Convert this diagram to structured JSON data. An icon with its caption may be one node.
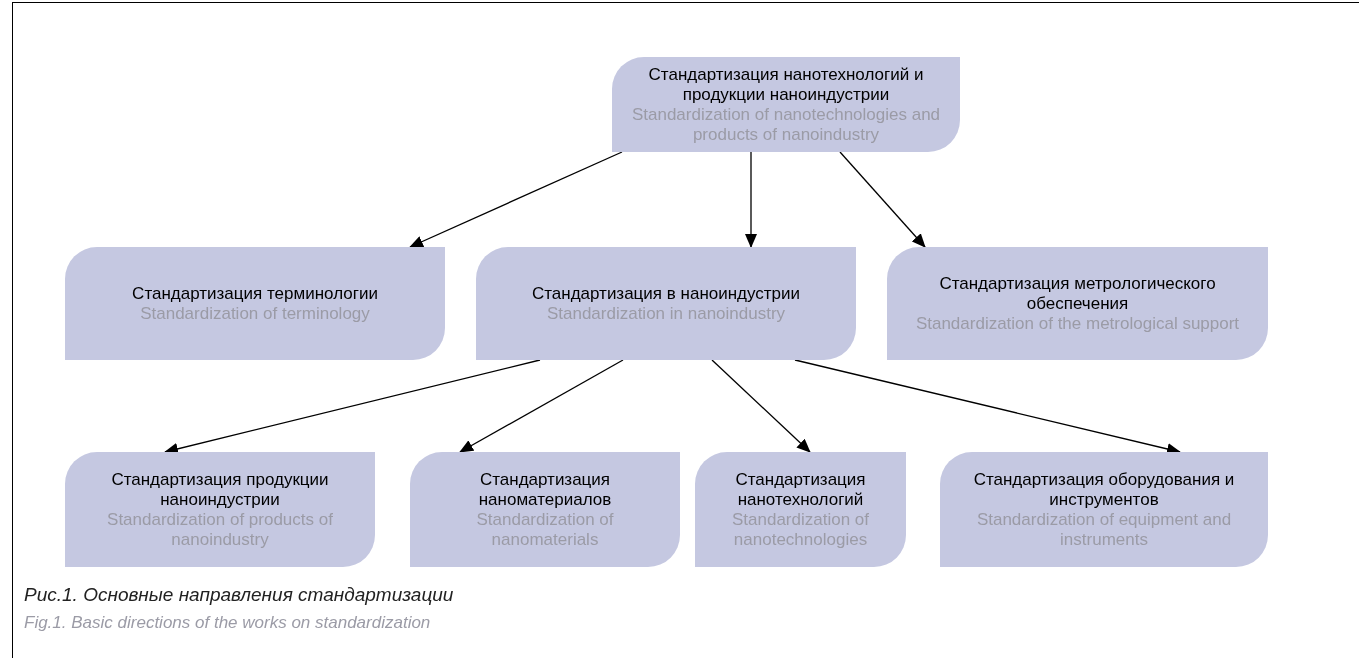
{
  "diagram": {
    "caption": "Рис.1. Основные направления стандартизации",
    "nodes": [
      {
        "text": [
          "Стандартизация нанотехнологий и продукции наноиндустрии",
          "Standardization of nanotechnologies and products of nanoindustry"
        ]
      },
      {
        "text": [
          "Стандартизация терминологии",
          "Standardization of terminology"
        ]
      },
      {
        "text": [
          "Стандартизация в наноиндустрии",
          "Standardization in nanoindustry"
        ]
      },
      {
        "text": [
          "Стандартизация метрологического обеспечения",
          "Standardization of the metrological support"
        ]
      },
      {
        "text": [
          "Стандартизация продукции наноиндустрии",
          "Standardization of products of nanoindustry"
        ]
      },
      {
        "text": [
          "Стандартизация наноматериалов",
          "Standardization of nanomaterials"
        ]
      },
      {
        "text": [
          "Стандартизация нанотехнологий",
          "Standardization of nanotechnologies"
        ]
      },
      {
        "text": [
          "Стандартизация оборудования и инструментов",
          "Standardization of equipment and instruments"
        ]
      }
    ],
    "edges": [
      {
        "from": 0,
        "to": 1,
        "arrow": "to"
      },
      {
        "from": 0,
        "to": 2,
        "arrow": "to"
      },
      {
        "from": 0,
        "to": 3,
        "arrow": "to"
      },
      {
        "from": 2,
        "to": 4,
        "arrow": "to"
      },
      {
        "from": 2,
        "to": 5,
        "arrow": "to"
      },
      {
        "from": 2,
        "to": 6,
        "arrow": "to"
      },
      {
        "from": 2,
        "to": 7,
        "arrow": "to"
      }
    ],
    "labels": [
      "Fig.1. Basic directions of the works on standardization"
    ]
  }
}
